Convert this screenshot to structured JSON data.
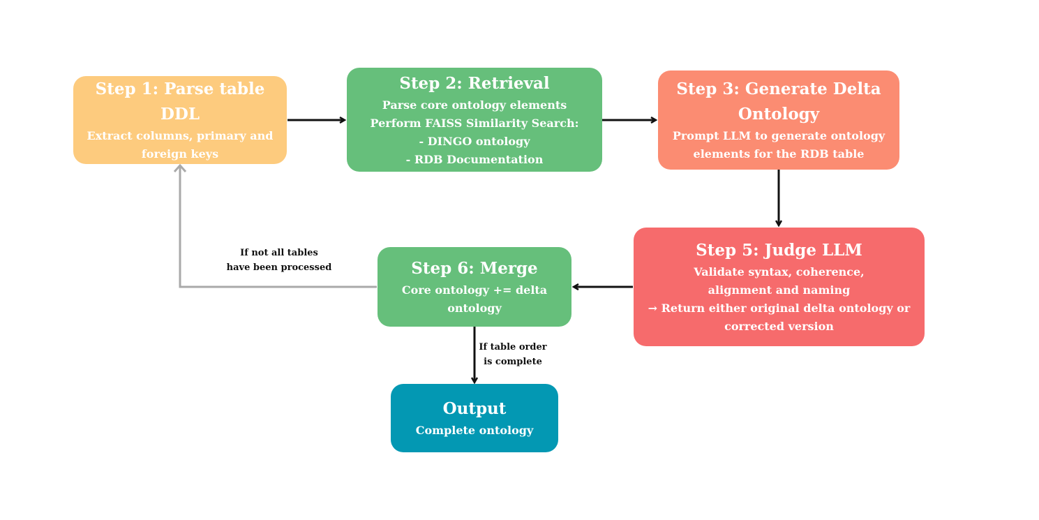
{
  "colors": {
    "step1": "#fdcb7e",
    "step2": "#66bf7b",
    "step3": "#fb8c72",
    "step5": "#f66b6c",
    "step6": "#66bf7b",
    "output": "#0398b3",
    "arrow": "#111111",
    "loop_arrow": "#a9a9a9"
  },
  "nodes": {
    "step1": {
      "title": "Step 1: Parse table DDL",
      "lines": [
        "Extract columns, primary and",
        "foreign keys"
      ]
    },
    "step2": {
      "title": "Step 2: Retrieval",
      "lines": [
        "Parse core ontology elements",
        "Perform FAISS Similarity Search:",
        "- DINGO ontology",
        "- RDB Documentation"
      ]
    },
    "step3": {
      "title_lines": [
        "Step 3: Generate Delta",
        "Ontology"
      ],
      "lines": [
        "Prompt LLM to generate ontology",
        "elements for the RDB table"
      ]
    },
    "step5": {
      "title": "Step 5: Judge LLM",
      "lines": [
        "Validate syntax, coherence,",
        "alignment and naming",
        "→ Return either original delta ontology or",
        "corrected version"
      ]
    },
    "step6": {
      "title": "Step 6: Merge",
      "lines": [
        "Core ontology += delta ontology"
      ]
    },
    "output": {
      "title": "Output",
      "lines": [
        "Complete ontology"
      ]
    }
  },
  "edge_labels": {
    "loop": [
      "If not all tables",
      "have been processed"
    ],
    "done": [
      "If table order",
      "is complete"
    ]
  }
}
